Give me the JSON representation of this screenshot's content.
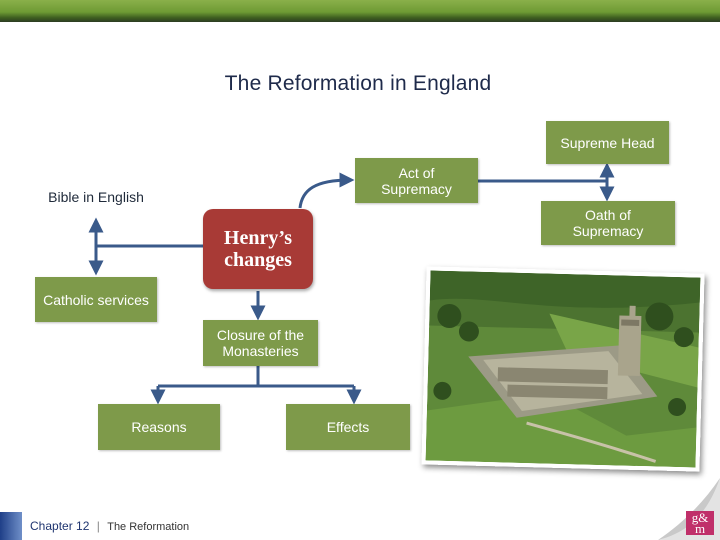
{
  "header": {
    "title": "The Reformation in England"
  },
  "diagram": {
    "hub": {
      "line1": "Henry’s",
      "line2": "changes"
    },
    "supreme_head": "Supreme Head",
    "act_of_supremacy": {
      "line1": "Act of",
      "line2": "Supremacy"
    },
    "oath_of_supremacy": {
      "line1": "Oath of",
      "line2": "Supremacy"
    },
    "bible_in_english": "Bible in English",
    "catholic_services": "Catholic services",
    "closure": {
      "line1": "Closure of the",
      "line2": "Monasteries"
    },
    "reasons": "Reasons",
    "effects": "Effects"
  },
  "footer": {
    "chapter_label": "Chapter",
    "chapter_number": "12",
    "separator": "|",
    "chapter_name": "The Reformation"
  },
  "logo": {
    "text_top": "g&",
    "text_bottom": "m"
  },
  "colors": {
    "box_green": "#7e9a4a",
    "hub_red": "#a83a36",
    "connector_blue": "#3a5a8a",
    "title_navy": "#1e2a4a"
  },
  "photo": {
    "description_icon": "abbey-ruins-aerial-photo"
  }
}
